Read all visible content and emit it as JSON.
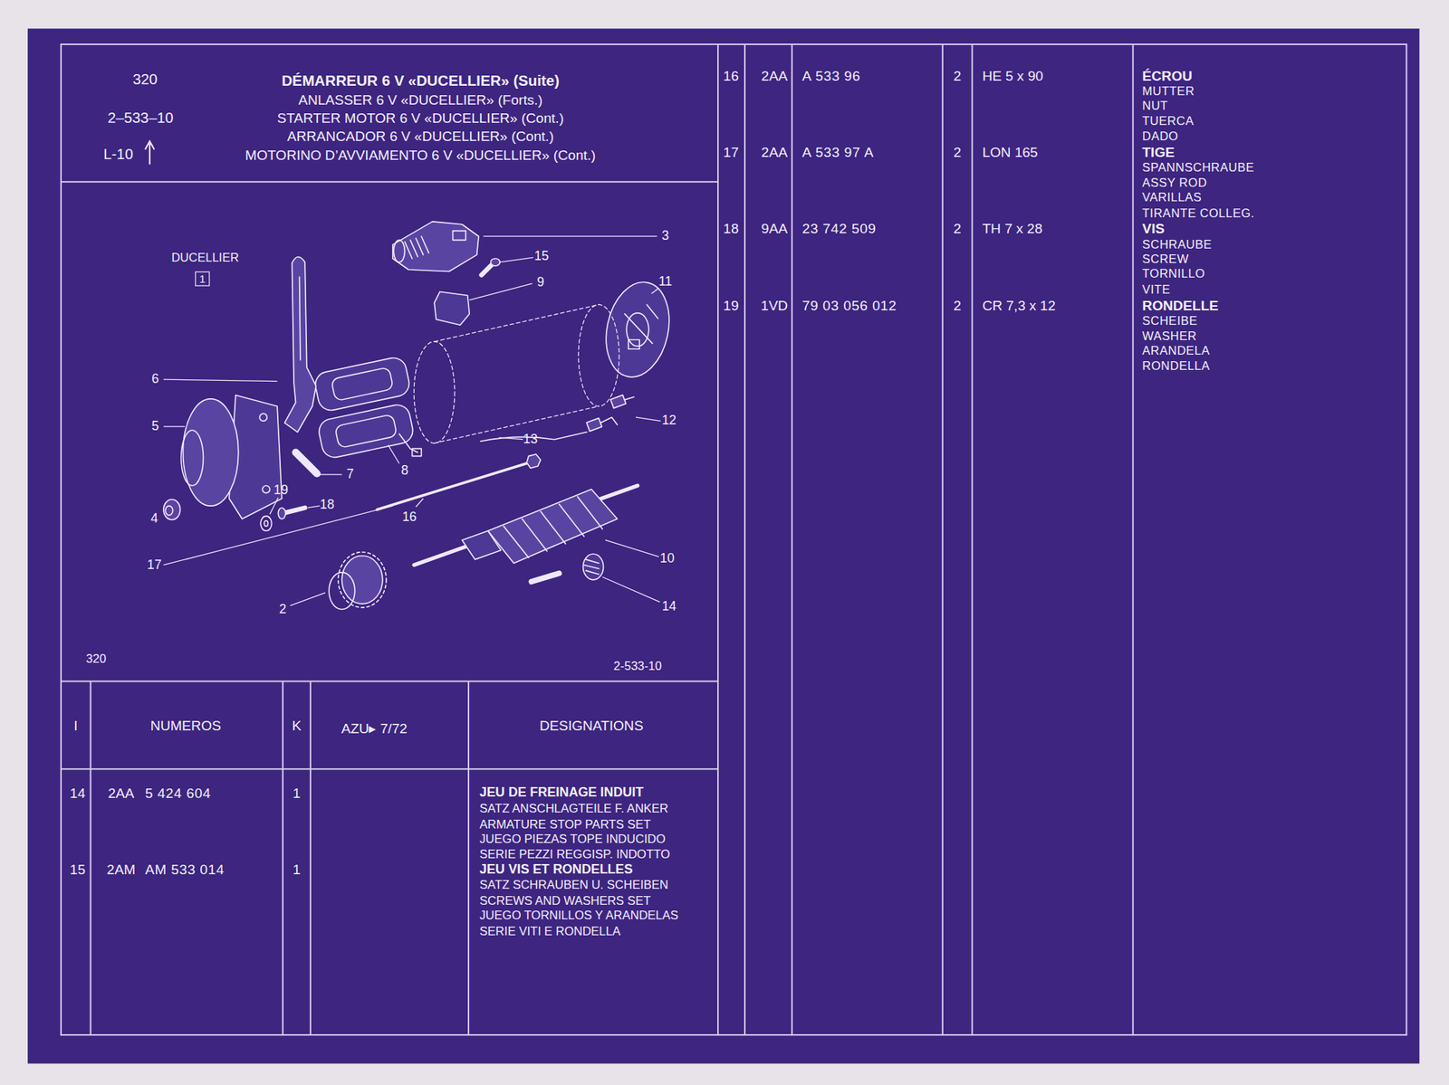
{
  "diagram": {
    "nodes": [
      {
        "text": [
          "320",
          "2–533–10",
          "L-10",
          "DÉMARREUR 6 V «DUCELLIER» (Suite)",
          "ANLASSER 6 V «DUCELLIER» (Forts.)",
          "STARTER MOTOR 6 V «DUCELLIER» (Cont.)",
          "ARRANCADOR 6 V «DUCELLIER» (Cont.)",
          "MOTORINO D’AVVIAMENTO 6 V «DUCELLIER» (Cont.)"
        ]
      },
      {
        "text": [
          "DUCELLIER",
          "320",
          "2-533-10"
        ]
      },
      {
        "text": [
          "1"
        ],
        "in": 1
      }
    ],
    "labels": [
      "3",
      "15",
      "9",
      "11",
      "6",
      "5",
      "12",
      "13",
      "7",
      "8",
      "19",
      "18",
      "16",
      "4",
      "17",
      "10",
      "2",
      "14",
      "I",
      "NUMEROS",
      "K",
      "AZU▸ 7/72",
      "DESIGNATIONS",
      "14",
      "2AA",
      "5 424 604",
      "1",
      "JEU DE FREINAGE INDUIT",
      "SATZ ANSCHLAGTEILE F. ANKER",
      "ARMATURE STOP PARTS SET",
      "JUEGO PIEZAS TOPE INDUCIDO",
      "SERIE PEZZI REGGISP. INDOTTO",
      "15",
      "2AM",
      "AM 533 014",
      "1",
      "JEU VIS ET RONDELLES",
      "SATZ SCHRAUBEN U. SCHEIBEN",
      "SCREWS AND WASHERS SET",
      "JUEGO TORNILLOS Y ARANDELAS",
      "SERIE VITI E RONDELLA",
      "16",
      "2AA",
      "A 533 96",
      "2",
      "HE 5 x 90",
      "ÉCROU",
      "MUTTER",
      "NUT",
      "TUERCA",
      "DADO",
      "17",
      "2AA",
      "A 533 97 A",
      "2",
      "LON 165",
      "TIGE",
      "SPANNSCHRAUBE",
      "ASSY ROD",
      "VARILLAS",
      "TIRANTE COLLEG.",
      "18",
      "9AA",
      "23 742 509",
      "2",
      "TH 7 x 28",
      "VIS",
      "SCHRAUBE",
      "SCREW",
      "TORNILLO",
      "VITE",
      "19",
      "1VD",
      "79 03 056 012",
      "2",
      "CR 7,3 x 12",
      "RONDELLE",
      "SCHEIBE",
      "WASHER",
      "ARANDELA",
      "RONDELLA"
    ]
  }
}
